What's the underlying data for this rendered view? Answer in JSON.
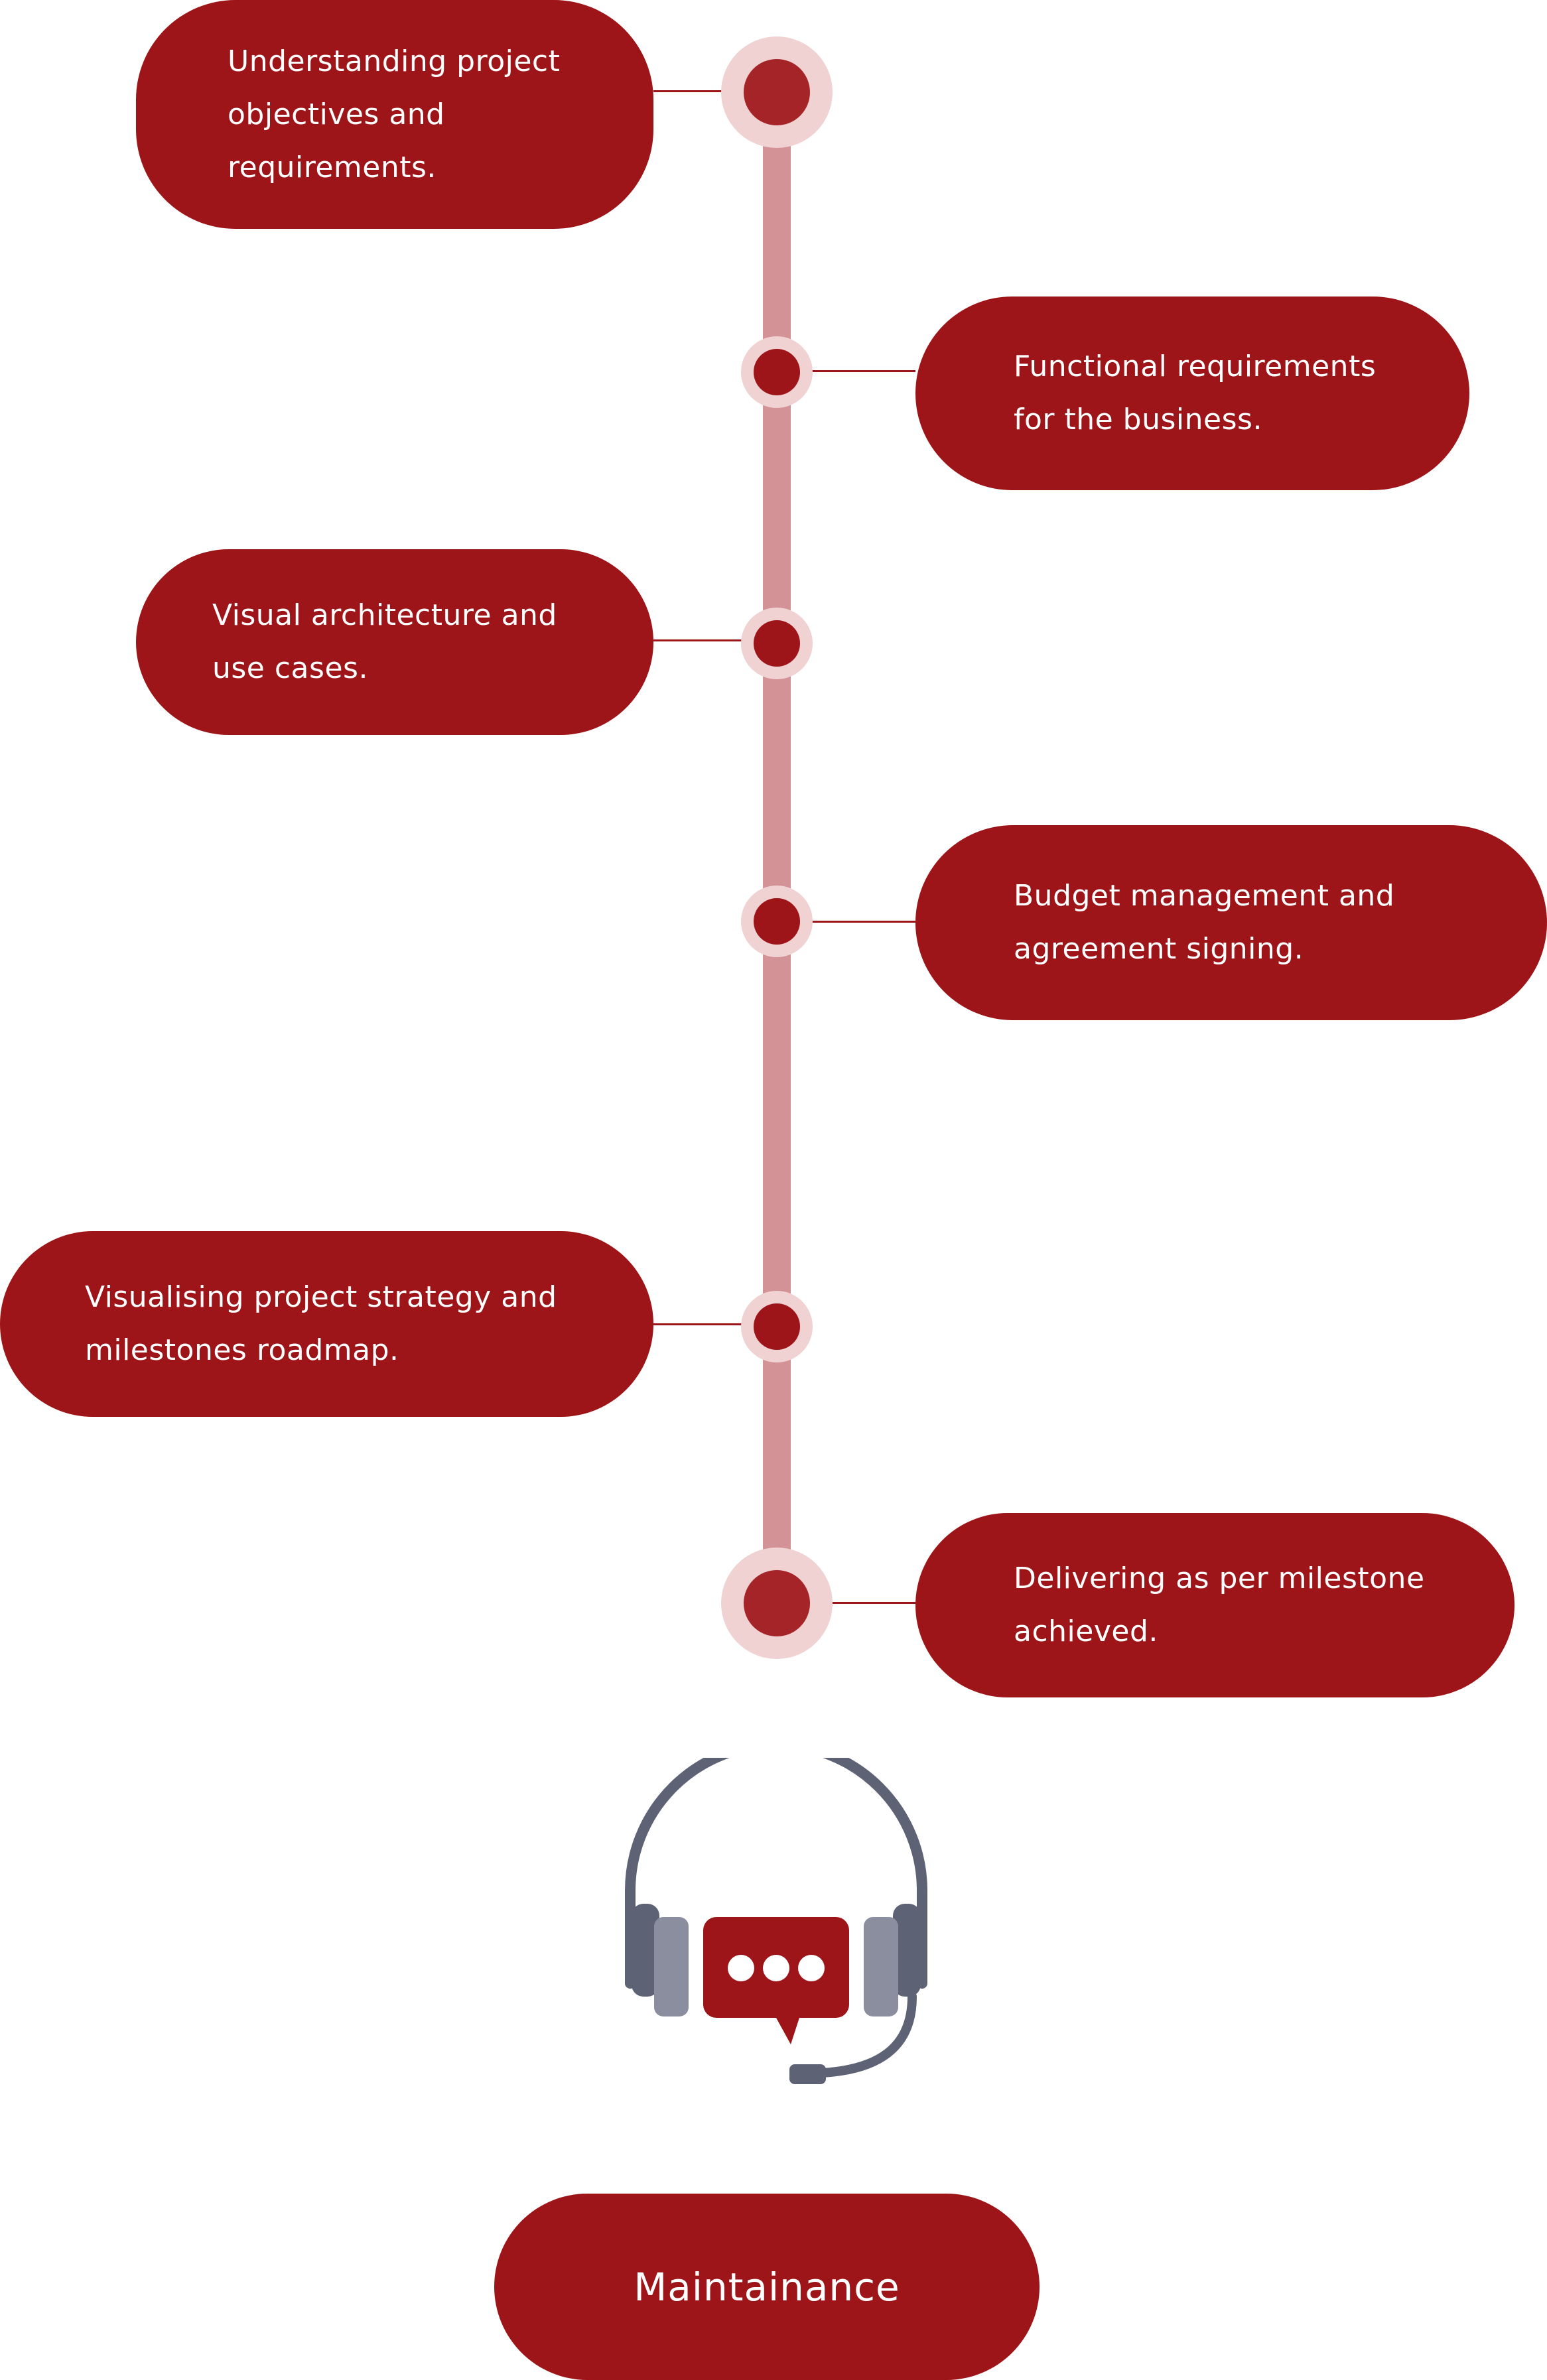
{
  "steps": [
    {
      "text": "Understanding project\nobjectives and\nrequirements."
    },
    {
      "text": "Functional requirements\nfor the business."
    },
    {
      "text": "Visual architecture and\nuse cases."
    },
    {
      "text": "Budget management and\nagreement signing."
    },
    {
      "text": "Visualising project strategy and\nmilestones roadmap."
    },
    {
      "text": "Delivering as per milestone\nachieved."
    }
  ],
  "final_stage": {
    "label": "Maintainance",
    "icon": "headset-support-icon"
  },
  "colors": {
    "accent": "#9d1518",
    "spine": "#d39296",
    "halo": "#f0d2d3",
    "icon_gray": "#5e6275"
  }
}
